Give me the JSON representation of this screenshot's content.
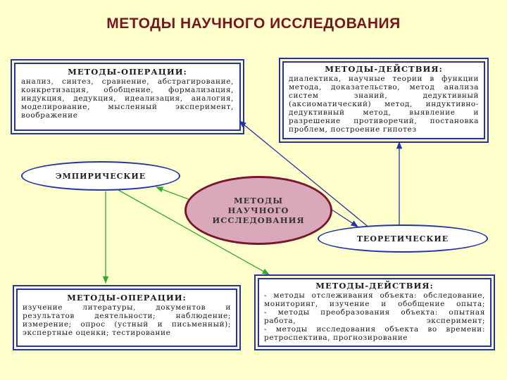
{
  "title": "МЕТОДЫ НАУЧНОГО ИССЛЕДОВАНИЯ",
  "center": [
    "МЕТОДЫ",
    "НАУЧНОГО",
    "ИССЛЕДОВАНИЯ"
  ],
  "empirical": "ЭМПИРИЧЕСКИЕ",
  "theoretical": "ТЕОРЕТИЧЕСКИЕ",
  "top_left": {
    "title": "МЕТОДЫ-ОПЕРАЦИИ:",
    "text": "анализ, синтез, сравнение, абстрагирование, конкретизация, обобщение, формализация, индукция, дедукция, идеализация, аналогия, моделирование, мысленный эксперимент, воображение"
  },
  "top_right": {
    "title": "МЕТОДЫ-ДЕЙСТВИЯ:",
    "text": "диалектика, научные теории в функции метода, доказательство, метод анализа систем знаний, дедуктивный (аксиоматический) метод, индуктивно-дедуктивный метод, выявление и разрешение противоречий, постановка проблем, построение гипотез"
  },
  "bottom_left": {
    "title": "МЕТОДЫ-ОПЕРАЦИИ:",
    "text": "изучение литературы, документов и результатов деятельности; наблюдение; измерение; опрос (устный и письменный); экспертные оценки; тестирование"
  },
  "bottom_right": {
    "title": "МЕТОДЫ-ДЕЙСТВИЯ:",
    "items": [
      "- методы отслеживания объекта: обследование, мониторинг, изучение и обобщение опыта;",
      "- методы преобразования объекта: опытная работа, эксперимент;",
      "- методы исследования объекта во времени: ретроспектива, прогнозирование"
    ]
  },
  "colors": {
    "background": "#ffffcc",
    "title": "#7a1520",
    "box_border": "#2233aa",
    "center_fill": "#d9a9bb",
    "center_border": "#7a1530",
    "arrow_blue": "#2233aa",
    "arrow_green": "#33aa33"
  }
}
